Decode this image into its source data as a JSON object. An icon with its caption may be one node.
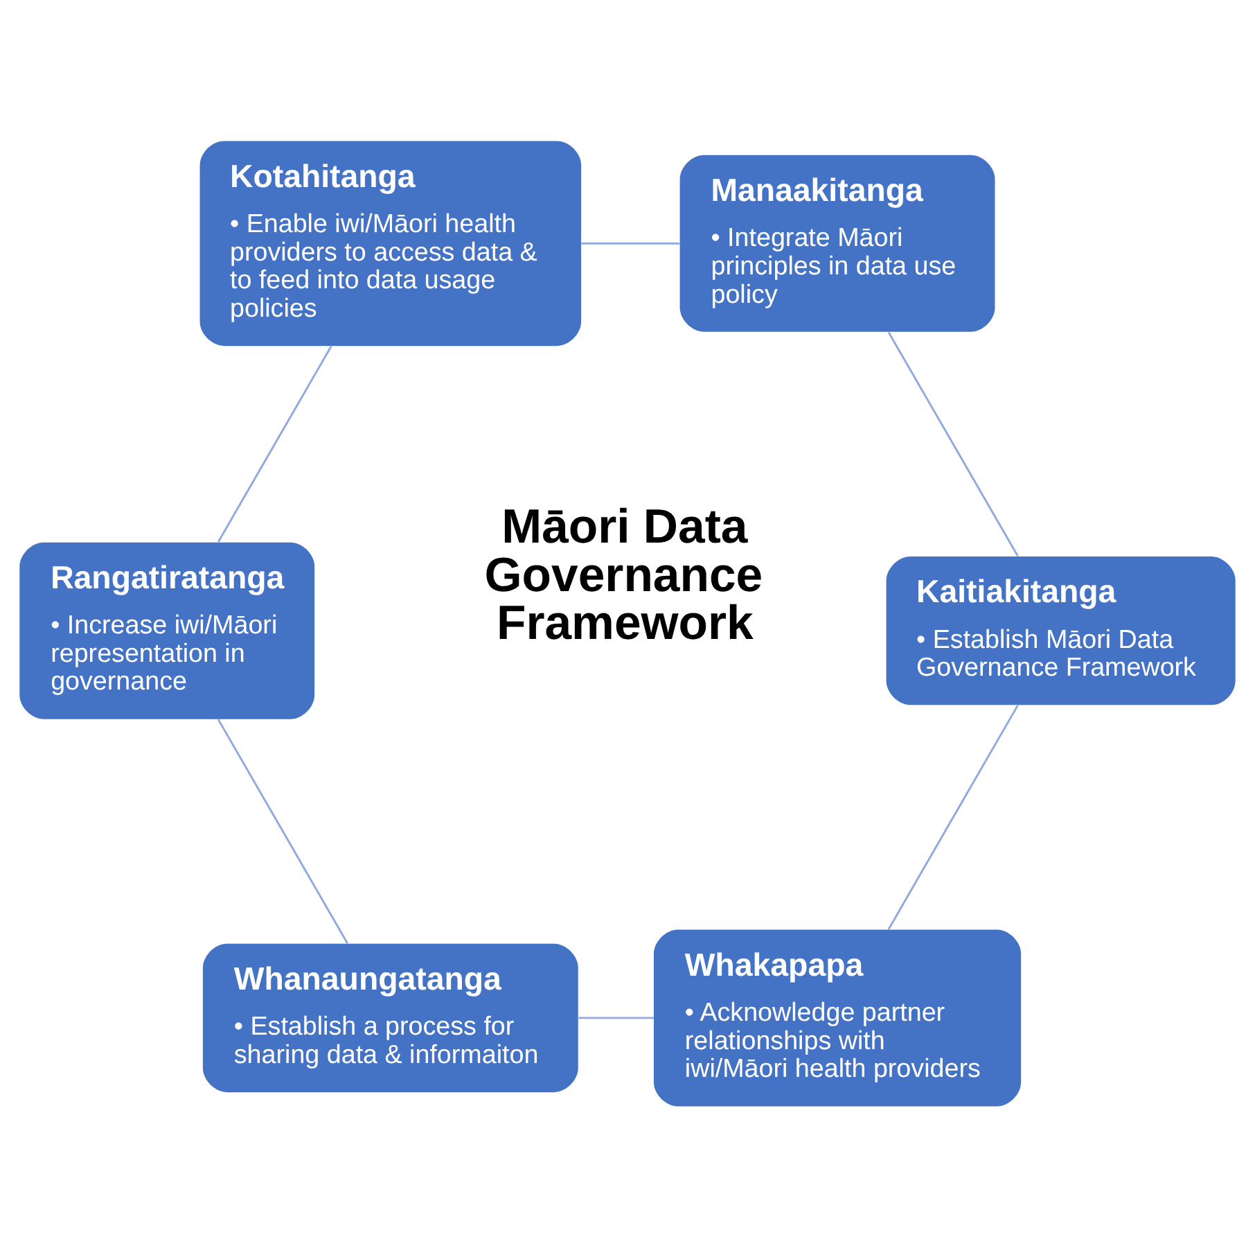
{
  "diagram": {
    "nodes": [
      {
        "text": [
          "Whakapapa",
          "• Acknowledge partner relationships with iwi/Māori health providers"
        ]
      },
      {
        "text": [
          "Kaitiakitanga",
          "• Establish Māori Data Governance Framework"
        ]
      },
      {
        "text": [
          "Whanaungatanga",
          "• Establish a process for sharing data & informaiton"
        ]
      },
      {
        "text": [
          "Manaakitanga",
          "• Integrate Māori principles in data use policy"
        ]
      },
      {
        "text": [
          "Rangatiratanga",
          "• Increase iwi/Māori representation in governance"
        ]
      },
      {
        "text": [
          "Kotahitanga",
          "• Enable iwi/Māori health providers to access data & to feed into data usage policies"
        ]
      }
    ],
    "edges": [
      {
        "from": 0,
        "to": 2,
        "arrow": "none"
      },
      {
        "from": 2,
        "to": 4,
        "arrow": "none"
      },
      {
        "from": 4,
        "to": 5,
        "arrow": "none"
      },
      {
        "from": 5,
        "to": 3,
        "arrow": "none"
      },
      {
        "from": 3,
        "to": 1,
        "arrow": "none"
      },
      {
        "from": 1,
        "to": 0,
        "arrow": "none"
      }
    ],
    "labels": [
      "Māori Data Governance Framework"
    ]
  }
}
